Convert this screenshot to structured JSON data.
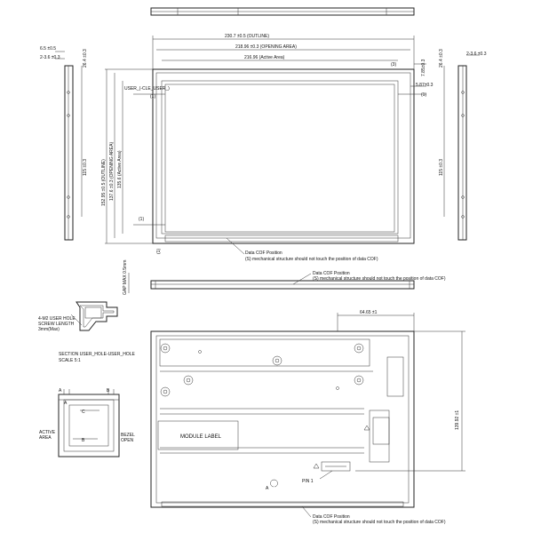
{
  "front": {
    "outline_dim": "230.7 ±0.5 (OUTLINE)",
    "opening_dim": "218.96 ±0.3 (OPENING AREA)",
    "active_dim": "216.96 (Active Area)",
    "outline_h_dim": "152.95 ±0.5 (OUTLINE)",
    "opening_h_dim": "137.6 ±0.3 (OPENING AREA)",
    "active_h_dim": "135.6 (Active Area)",
    "user_label": "USER_(-CLE_USER_)",
    "right_dim_1": "7.85±0.3",
    "right_dim_2": "5.87±0.3",
    "paren_1": "(1)",
    "paren_2": "(1)",
    "paren_3": "(1)",
    "paren_4": "(1)",
    "paren_5": "(3)",
    "cof_note_1": "Data COF Position",
    "cof_note_2": "(S) mechanical structure should not touch the position of data COF)"
  },
  "left_side": {
    "dim_a": "6.5 ±0.5",
    "dim_b": "2-3.6 ±0.3",
    "dim_c": "26.4 ±0.3",
    "dim_h": "115 ±0.3"
  },
  "right_side": {
    "dim_a": "26.4 ±0.3",
    "dim_b": "2-3.6 ±0.3",
    "dim_h": "115 ±0.3"
  },
  "bottom_view": {
    "cof_note_1": "Data COF Position",
    "cof_note_2": "(S) mechanical structure should not touch the position of data COF)",
    "gap_label": "GAP MAX 0.5mm"
  },
  "section": {
    "hole_note_1": "4-M2 USER HOLE",
    "hole_note_2": "SCREW LENGTH",
    "hole_note_3": "3mm(Max)",
    "title": "SECTION  USER_HOLE-USER_HOLE",
    "scale": "SCALE  5:1"
  },
  "detail": {
    "label_a1": "A",
    "label_b1": "B",
    "label_c": "C",
    "label_a2": "A",
    "label_b2": "B",
    "active_area_1": "ACTIVE",
    "active_area_2": "AREA",
    "bezel_open_1": "BEZEL",
    "bezel_open_2": "OPEN"
  },
  "rear": {
    "top_dim": "64.65 ±1",
    "right_dim": "139.92 ±1",
    "module_label": "MODULE LABEL",
    "pin1": "PIN 1",
    "symbol_a": "A",
    "cof_note_1": "Data COF Position",
    "cof_note_2": "(S) mechanical structure should not touch the position of data COF)"
  }
}
